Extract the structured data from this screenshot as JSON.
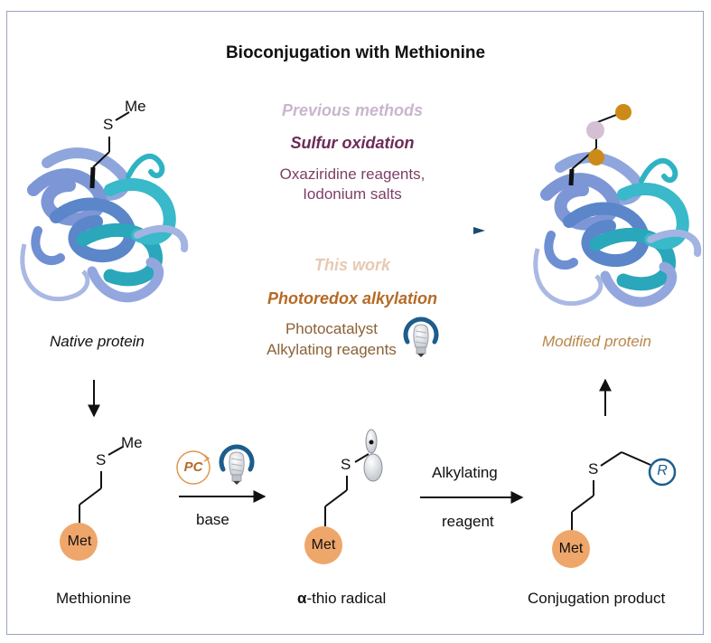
{
  "title": "Bioconjugation with Methionine",
  "previous": {
    "heading": "Previous methods",
    "method": "Sulfur oxidation",
    "reagent_line1": "Oxaziridine reagents,",
    "reagent_line2": "Iodonium salts"
  },
  "this_work": {
    "heading": "This work",
    "method": "Photoredox alkylation",
    "reagent_line1": "Photocatalyst",
    "reagent_line2": "Alkylating reagents"
  },
  "labels": {
    "native_protein": "Native protein",
    "modified_protein": "Modified protein",
    "methionine": "Methionine",
    "alpha_prefix": "α",
    "radical_suffix": "-thio radical",
    "conjugation_product": "Conjugation product"
  },
  "atoms": {
    "sulfur": "S",
    "methyl": "Me",
    "met": "Met",
    "r_group": "R",
    "pc": "PC"
  },
  "arrow_labels": {
    "base": "base",
    "alkylating": "Alkylating",
    "reagent": "reagent"
  },
  "colors": {
    "met_bead": "#efa66a",
    "sulfur_bead": "#d5c0d3",
    "oxygen_bead": "#cc8a17",
    "protein_light": "#8fa6dd",
    "protein_teal": "#2fb3c4",
    "r_ring": "#1f5f8f",
    "pc_ring": "#e0964d"
  },
  "icons": [
    "light-bulb-icon",
    "photocatalyst-icon"
  ]
}
